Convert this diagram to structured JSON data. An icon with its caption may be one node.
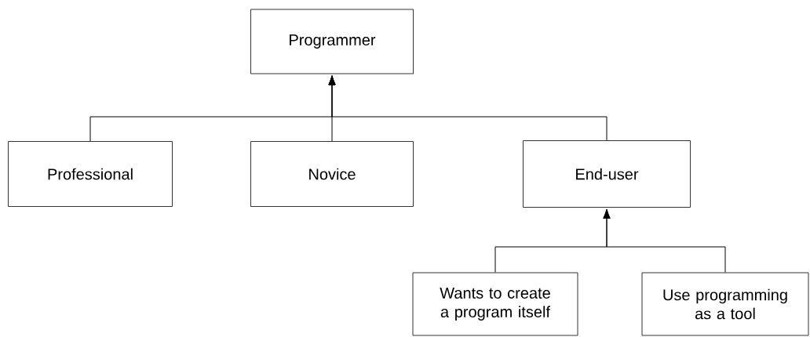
{
  "diagram": {
    "nodes": [
      {
        "text": [
          "Programmer"
        ]
      },
      {
        "text": [
          "Professional"
        ]
      },
      {
        "text": [
          "Novice"
        ]
      },
      {
        "text": [
          "End-user"
        ]
      },
      {
        "text": [
          "Wants to create a program itself"
        ]
      },
      {
        "text": [
          "Use programming as a tool"
        ]
      }
    ],
    "edges": [
      {
        "from": 1,
        "to": 0,
        "arrow": "to"
      },
      {
        "from": 2,
        "to": 0,
        "arrow": "to"
      },
      {
        "from": 3,
        "to": 0,
        "arrow": "to"
      },
      {
        "from": 4,
        "to": 3,
        "arrow": "to"
      },
      {
        "from": 5,
        "to": 3,
        "arrow": "to"
      }
    ]
  }
}
